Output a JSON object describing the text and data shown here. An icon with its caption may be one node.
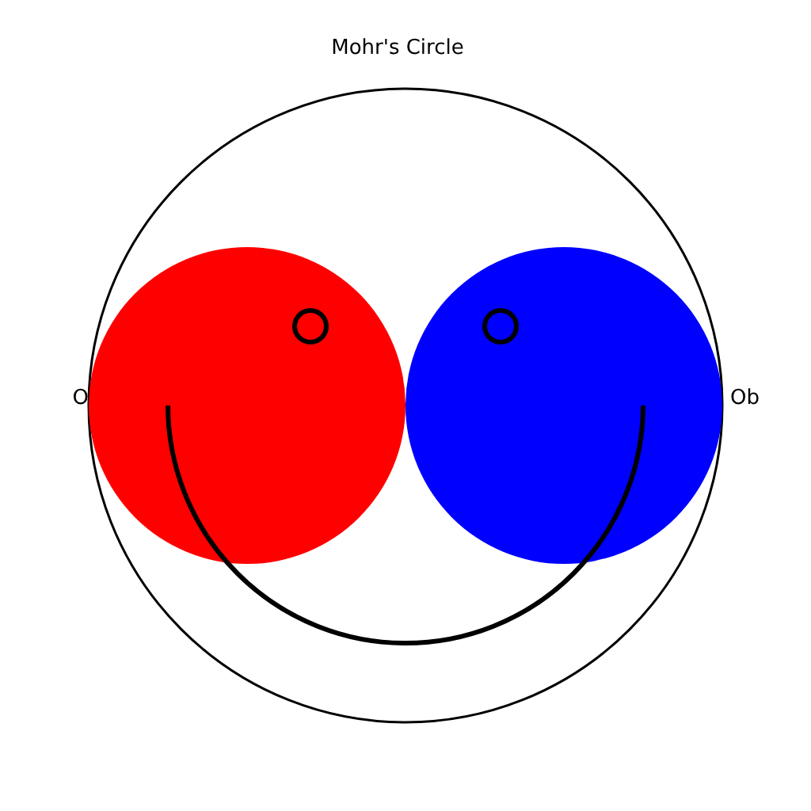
{
  "diagram": {
    "title": "Mohr's Circle",
    "labels": [
      "O",
      "Ob"
    ]
  }
}
